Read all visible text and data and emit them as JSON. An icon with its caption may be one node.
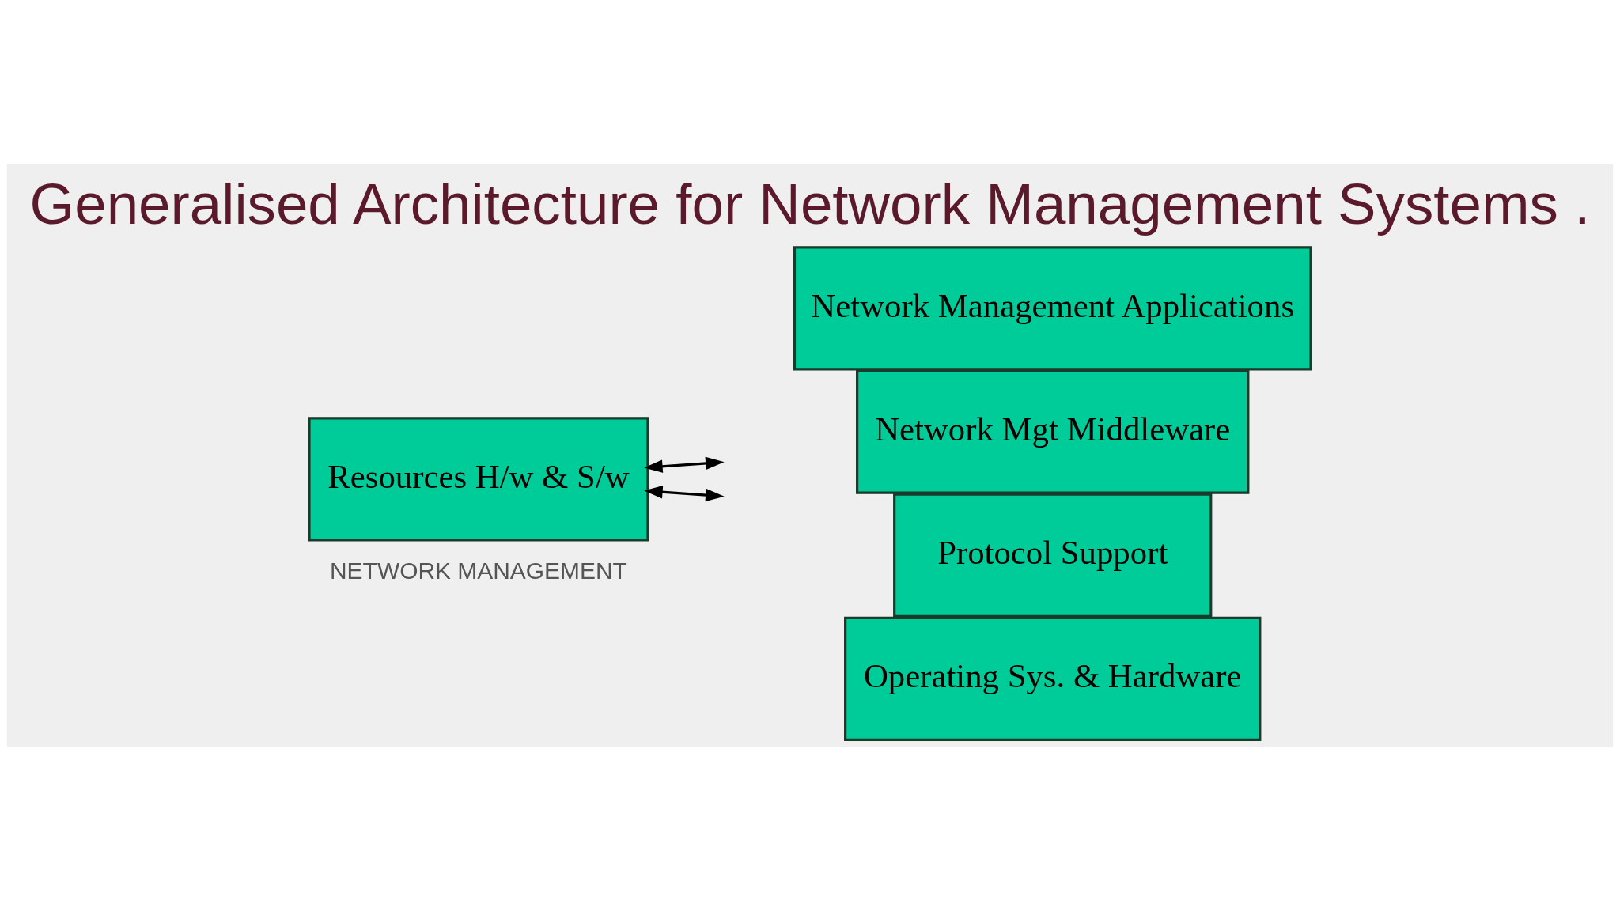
{
  "diagram": {
    "title": "Generalised Architecture for Network Management Systems .",
    "nodes": [
      {
        "text": [
          "Network Management Applications"
        ]
      },
      {
        "text": [
          "Network Mgt Middleware"
        ]
      },
      {
        "text": [
          "Protocol Support"
        ]
      },
      {
        "text": [
          "Operating Sys. & Hardware"
        ]
      },
      {
        "text": [
          "Resources H/w & S/w"
        ]
      }
    ],
    "edges": [
      {
        "from": 4,
        "to": null,
        "arrow": "both"
      },
      {
        "from": 4,
        "to": null,
        "arrow": "both"
      }
    ],
    "labels": [
      "NETWORK MANAGEMENT"
    ]
  }
}
